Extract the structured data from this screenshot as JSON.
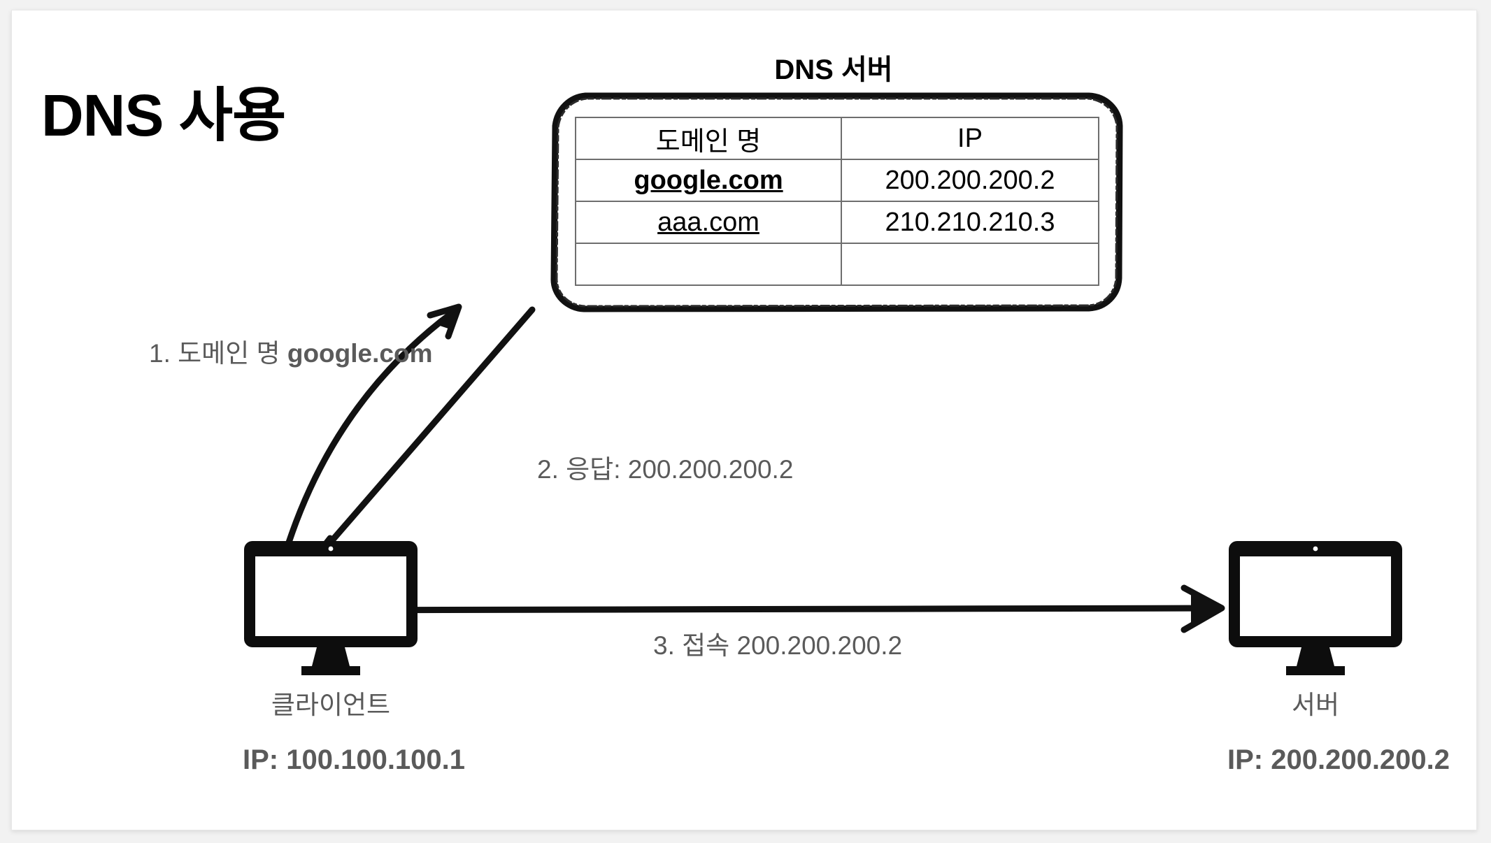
{
  "slide": {
    "title": "DNS 사용"
  },
  "dns_server": {
    "title": "DNS 서버",
    "table": {
      "headers": [
        "도메인 명",
        "IP"
      ],
      "rows": [
        {
          "domain": "google.com",
          "ip": "200.200.200.2",
          "style": "bold-underline"
        },
        {
          "domain": "aaa.com",
          "ip": "210.210.210.3",
          "style": "underline"
        },
        {
          "domain": "",
          "ip": "",
          "style": "empty"
        }
      ]
    }
  },
  "steps": [
    {
      "id": "step1",
      "prefix": "1. 도메인 명 ",
      "emphasis": "google.com"
    },
    {
      "id": "step2",
      "text": "2. 응답: 200.200.200.2"
    },
    {
      "id": "step3",
      "text": "3. 접속 200.200.200.2"
    }
  ],
  "nodes": {
    "client": {
      "name": "클라이언트",
      "ip": "IP: 100.100.100.1",
      "icon": "desktop-computer-icon"
    },
    "server": {
      "name": "서버",
      "ip": "IP: 200.200.200.2",
      "icon": "desktop-computer-icon"
    }
  },
  "colors": {
    "ink_black": "#000000",
    "label_gray": "#5a5a5a",
    "table_border": "#6e6e6e",
    "canvas": "#ffffff",
    "page_background": "#f2f2f2"
  }
}
